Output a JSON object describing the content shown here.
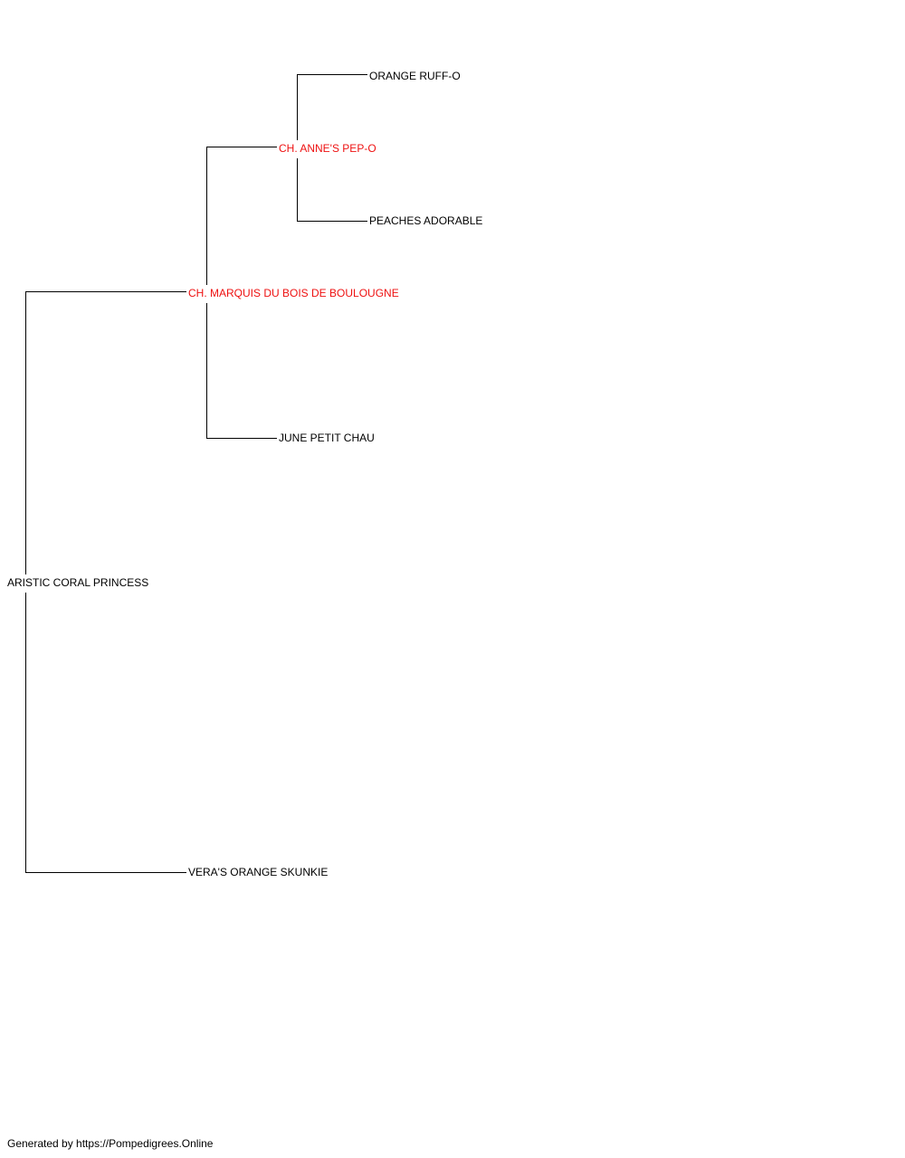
{
  "pedigree": {
    "subject": {
      "name": "ARISTIC CORAL PRINCESS",
      "champion": false
    },
    "sire": {
      "name": "CH. MARQUIS DU BOIS DE BOULOUGNE",
      "champion": true
    },
    "dam": {
      "name": "VERA'S ORANGE SKUNKIE",
      "champion": false
    },
    "sire_sire": {
      "name": "CH. ANNE'S PEP-O",
      "champion": true
    },
    "sire_dam": {
      "name": "JUNE PETIT CHAU",
      "champion": false
    },
    "sire_sire_sire": {
      "name": "ORANGE RUFF-O",
      "champion": false
    },
    "sire_sire_dam": {
      "name": "PEACHES ADORABLE",
      "champion": false
    }
  },
  "colors": {
    "line": "#000000",
    "champion_text": "#ee1111",
    "normal_text": "#000000"
  },
  "footer": {
    "text": "Generated by https://Pompedigrees.Online"
  }
}
